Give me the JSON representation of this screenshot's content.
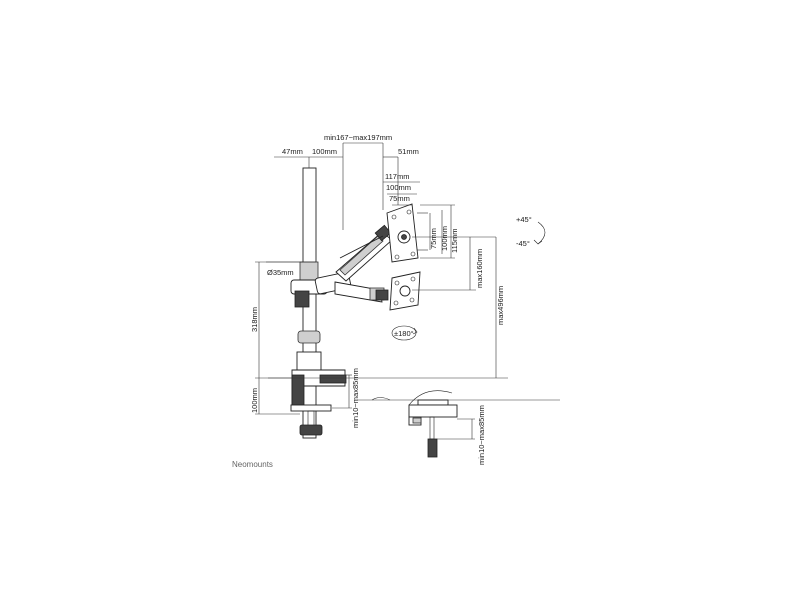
{
  "brand": "Neomounts",
  "dimensions": {
    "arm_span": "min167~max197mm",
    "pole_offset": "47mm",
    "arm_segment": "100mm",
    "head_depth": "51mm",
    "vesa_117": "117mm",
    "vesa_100_h": "100mm",
    "vesa_75_h": "75mm",
    "vesa_75_v": "75mm",
    "vesa_100_v": "100mm",
    "vesa_115_v": "115mm",
    "tilt_up": "+45°",
    "tilt_down": "-45°",
    "pole_diameter": "Ø35mm",
    "max_height_160": "max160mm",
    "max_height_496": "max496mm",
    "pole_height_318": "318mm",
    "rotation": "±180°",
    "clamp_height": "100mm",
    "desk_thickness": "min10~max85mm",
    "desk_thickness_detail": "min10~max85mm"
  },
  "colors": {
    "line": "#222222",
    "part_fill": "#ffffff",
    "shade": "#444444"
  }
}
